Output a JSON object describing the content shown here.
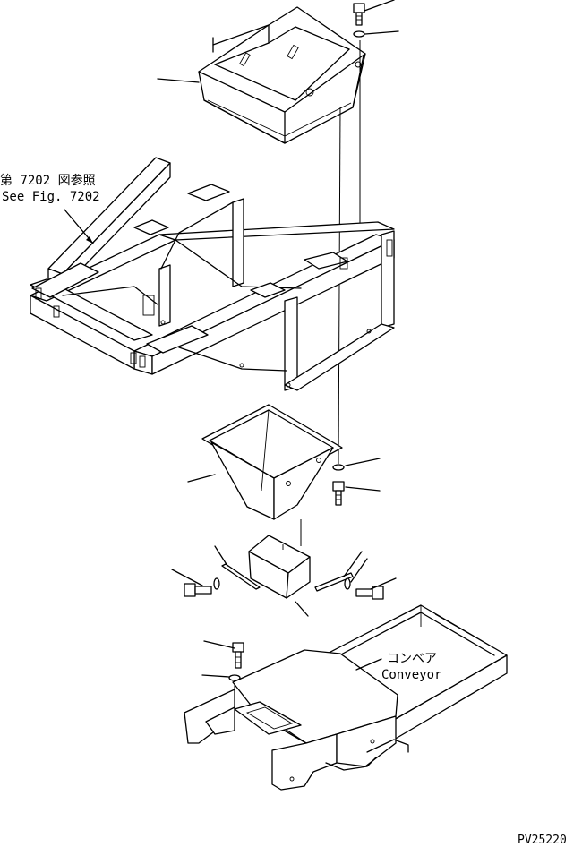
{
  "labels": {
    "ref_jp": "第 7202 図参照",
    "ref_en": "See Fig. 7202",
    "conveyor_jp": "コンベア",
    "conveyor_en": "Conveyor",
    "drawing_no": "PV25220"
  },
  "colors": {
    "line": "#000000",
    "background": "#ffffff"
  }
}
